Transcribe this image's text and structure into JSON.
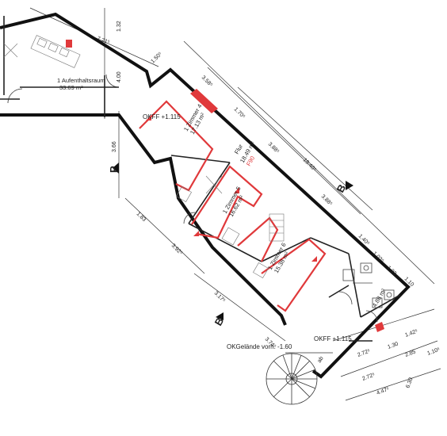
{
  "rooms": {
    "aufenthalt": {
      "name": "1 Aufenthaltsraum",
      "area": "33.69 m²"
    },
    "zimmer4": {
      "name": "1 Zimmer 4",
      "area": "17.13 m²"
    },
    "flur": {
      "name": "Flur",
      "area": "18.49 m²"
    },
    "zimmer5": {
      "name": "1 Zimmer 5",
      "area": "16.62 m²"
    },
    "zimmer6": {
      "name": "1 Zimmer 6",
      "area": "15.38 m²"
    },
    "wc": {
      "area": "4.88 m²"
    }
  },
  "labels": {
    "okff_top": "OKFF +1.115",
    "okff_bottom": "OKFF +1.115",
    "okgelaende": "OKGelände vorh. -1.60",
    "f90": "F90",
    "section_b_top": "B",
    "section_b_bottom": "B",
    "section_p": "P",
    "stair_dir": "ab"
  },
  "dimensions": {
    "top_left_a": "7.21⁵",
    "top_left_b": "1.32",
    "top_left_c": "4.00",
    "top_left_d": "1.50⁵",
    "top_run_a": "3.58⁵",
    "top_run_b": "1.70⁵",
    "top_run_c": "3.88⁵",
    "top_run_d": "19.40⁵",
    "top_run_e": "3.88⁵",
    "right_a": "1.40⁵",
    "right_b": "1.02⁵",
    "right_c": "1.03",
    "right_d": "1.10",
    "left_a": "3.66",
    "left_b": "1.83",
    "left_c": "3.92⁵",
    "left_d": "3.17⁵",
    "left_e": "3.74⁵",
    "bottom_a": "2.72⁵",
    "bottom_b": "1.30",
    "bottom_c": "1.42⁵",
    "bottom_d": "2.72⁵",
    "bottom_e": "2.85",
    "bottom_f": "4.47⁵",
    "bottom_g": "1.10⁵",
    "bottom_h": "6.30"
  }
}
